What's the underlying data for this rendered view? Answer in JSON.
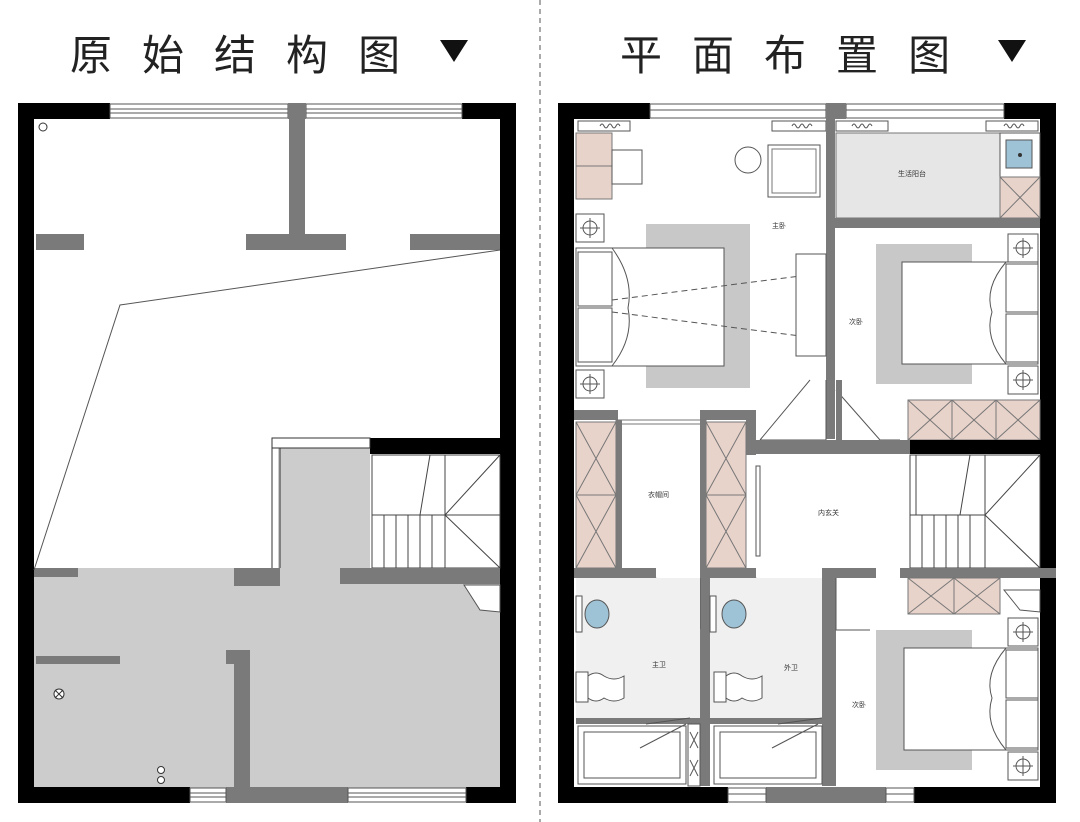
{
  "left_title": "原始结构图",
  "left_title_chars": [
    "原",
    "始",
    "结",
    "构",
    "图"
  ],
  "right_title": "平面布置图",
  "right_title_chars": [
    "平",
    "面",
    "布",
    "置",
    "图"
  ],
  "room_labels": {
    "master_bedroom": "主卧",
    "balcony": "生活阳台",
    "second_bedroom_top": "次卧",
    "cloakroom": "衣帽间",
    "hallway": "内玄关",
    "master_bath": "主卫",
    "guest_bath": "外卫",
    "second_bedroom_bottom": "次卧"
  },
  "colors": {
    "wall": "#000000",
    "column": "#7a7a7a",
    "floor_grey": "#cccccc",
    "furniture_grey": "#c8c8c8",
    "wardrobe_pink": "#e8d3cb",
    "balcony_fill": "#e6e6e6",
    "sink_blue": "#9fc3d6"
  }
}
